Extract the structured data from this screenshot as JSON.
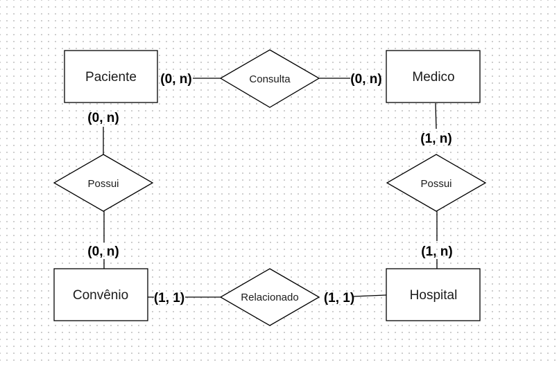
{
  "entities": {
    "paciente": "Paciente",
    "medico": "Medico",
    "convenio": "Convênio",
    "hospital": "Hospital"
  },
  "relationships": {
    "consulta": "Consulta",
    "possui_left": "Possui",
    "possui_right": "Possui",
    "relacionado": "Relacionado"
  },
  "cardinalities": {
    "paciente_consulta": "(0, n)",
    "medico_consulta": "(0, n)",
    "paciente_possui": "(0, n)",
    "convenio_possui": "(0, n)",
    "medico_possui": "(1, n)",
    "hospital_possui": "(1, n)",
    "convenio_relacionado": "(1, 1)",
    "hospital_relacionado": "(1, 1)"
  }
}
